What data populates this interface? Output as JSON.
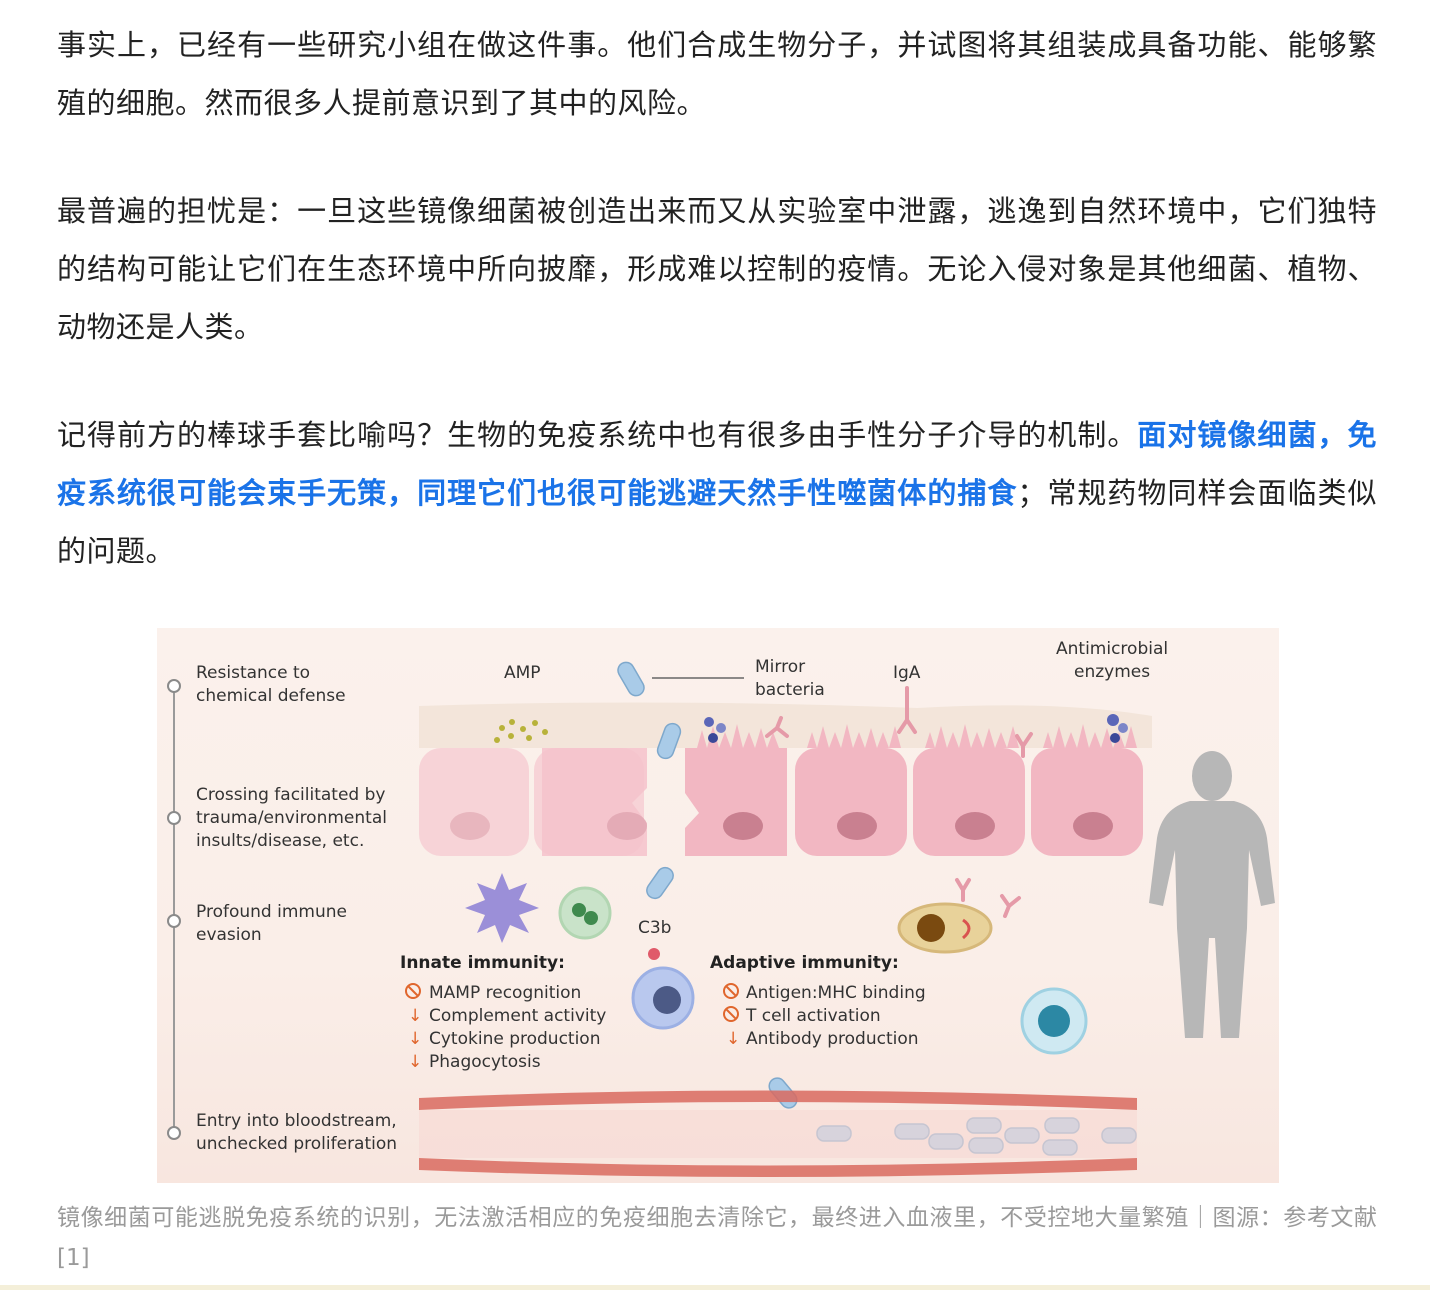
{
  "article": {
    "para1": "事实上，已经有一些研究小组在做这件事。他们合成生物分子，并试图将其组装成具备功能、能够繁殖的细胞。然而很多人提前意识到了其中的风险。",
    "para2": "最普遍的担忧是：一旦这些镜像细菌被创造出来而又从实验室中泄露，逃逸到自然环境中，它们独特的结构可能让它们在生态环境中所向披靡，形成难以控制的疫情。无论入侵对象是其他细菌、植物、动物还是人类。",
    "para3_before": "记得前方的棒球手套比喻吗？生物的免疫系统中也有很多由手性分子介导的机制。",
    "para3_highlight": "面对镜像细菌，免疫系统很可能会束手无策，同理它们也很可能逃避天然手性噬菌体的捕食",
    "para3_after": "；常规药物同样会面临类似的问题。",
    "caption": "镜像细菌可能逃脱免疫系统的识别，无法激活相应的免疫细胞去清除它，最终进入血液里，不受控地大量繁殖｜图源：参考文献[1]"
  },
  "figure": {
    "stages": [
      [
        "Resistance to",
        "chemical defense"
      ],
      [
        "Crossing facilitated by",
        "trauma/environmental",
        "insults/disease, etc."
      ],
      [
        "Profound immune",
        "evasion"
      ],
      [
        "Entry into bloodstream,",
        "unchecked proliferation"
      ]
    ],
    "labels": {
      "amp": "AMP",
      "mirror_1": "Mirror",
      "mirror_2": "bacteria",
      "iga": "IgA",
      "enzymes_1": "Antimicrobial",
      "enzymes_2": "enzymes",
      "c3b": "C3b"
    },
    "innate": {
      "title": "Innate immunity:",
      "items": [
        {
          "icon": "blocked",
          "text": "MAMP recognition"
        },
        {
          "icon": "down-arrow",
          "text": "Complement activity"
        },
        {
          "icon": "down-arrow",
          "text": "Cytokine production"
        },
        {
          "icon": "down-arrow",
          "text": "Phagocytosis"
        }
      ]
    },
    "adaptive": {
      "title": "Adaptive immunity:",
      "items": [
        {
          "icon": "blocked",
          "text": "Antigen:MHC binding"
        },
        {
          "icon": "blocked",
          "text": "T cell activation"
        },
        {
          "icon": "down-arrow",
          "text": "Antibody production"
        }
      ]
    },
    "colors": {
      "epithelium": "#f2b7c2",
      "blood": "#d96a5f",
      "bacteria": "#a9cbe8",
      "down_arrow": "#e0662d",
      "blocked": "#e0662d",
      "silhouette": "#b7b7b7"
    }
  }
}
